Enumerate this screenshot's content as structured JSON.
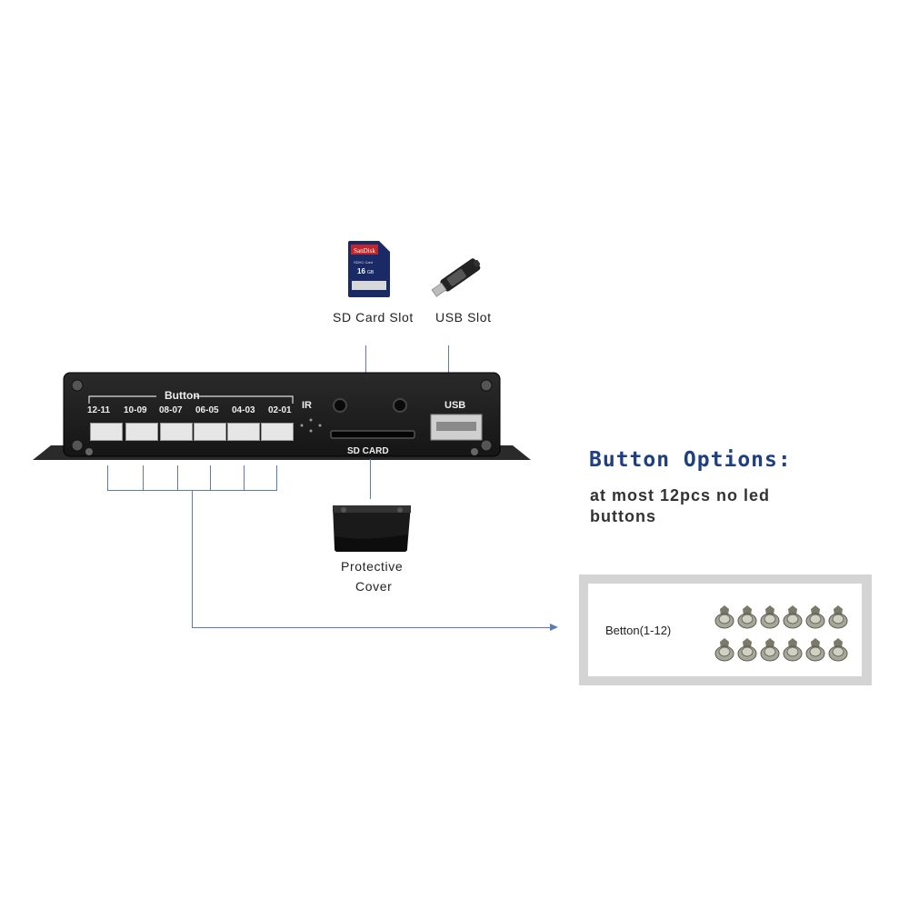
{
  "device": {
    "button_group_label": "Button",
    "connectors": [
      "12-11",
      "10-09",
      "08-07",
      "06-05",
      "04-03",
      "02-01"
    ],
    "ir_label": "IR",
    "sd_card_label": "SD CARD",
    "usb_label": "USB"
  },
  "callouts": {
    "sd_card_slot": "SD Card Slot",
    "usb_slot": "USB Slot",
    "protective_cover_line1": "Protective",
    "protective_cover_line2": "Cover"
  },
  "sd_card_graphic": {
    "brand": "SanDisk",
    "type": "SDHC Card",
    "capacity": "16",
    "capacity_unit": "GB"
  },
  "button_options": {
    "title": "Button Options:",
    "subtitle_line1": "at most 12pcs no led",
    "subtitle_line2": "buttons"
  },
  "button_panel": {
    "label": "Betton(1-12)",
    "button_count": 12
  },
  "colors": {
    "leader_line": "#5b7bb8",
    "title_blue": "#1f3f80",
    "device_body": "#1c1c1c"
  }
}
